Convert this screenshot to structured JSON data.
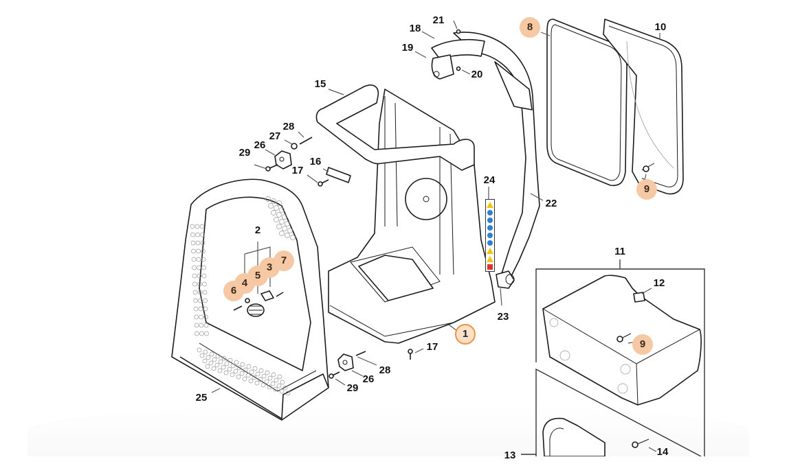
{
  "diagram": {
    "title": "Exploded parts view - backpack frame assembly",
    "accent_colors": {
      "highlight_fill": "#f6c8a4",
      "selected_ring": "#f0913c",
      "selected_fill": "#fde0c8",
      "label_warning": "#f1c40f",
      "label_info": "#2f7fd6"
    },
    "callouts": [
      {
        "id": "1",
        "label": "1",
        "state": "selected"
      },
      {
        "id": "2",
        "label": "2",
        "state": "plain"
      },
      {
        "id": "3",
        "label": "3",
        "state": "highlight"
      },
      {
        "id": "4",
        "label": "4",
        "state": "highlight"
      },
      {
        "id": "5",
        "label": "5",
        "state": "highlight"
      },
      {
        "id": "6",
        "label": "6",
        "state": "highlight"
      },
      {
        "id": "7",
        "label": "7",
        "state": "highlight"
      },
      {
        "id": "8",
        "label": "8",
        "state": "highlight"
      },
      {
        "id": "9a",
        "label": "9",
        "state": "highlight"
      },
      {
        "id": "9b",
        "label": "9",
        "state": "highlight"
      },
      {
        "id": "10",
        "label": "10",
        "state": "plain"
      },
      {
        "id": "11",
        "label": "11",
        "state": "plain"
      },
      {
        "id": "12",
        "label": "12",
        "state": "plain"
      },
      {
        "id": "13",
        "label": "13",
        "state": "plain"
      },
      {
        "id": "14",
        "label": "14",
        "state": "plain"
      },
      {
        "id": "15",
        "label": "15",
        "state": "plain"
      },
      {
        "id": "16",
        "label": "16",
        "state": "plain"
      },
      {
        "id": "17a",
        "label": "17",
        "state": "plain"
      },
      {
        "id": "17b",
        "label": "17",
        "state": "plain"
      },
      {
        "id": "18",
        "label": "18",
        "state": "plain"
      },
      {
        "id": "19",
        "label": "19",
        "state": "plain"
      },
      {
        "id": "20",
        "label": "20",
        "state": "plain"
      },
      {
        "id": "21",
        "label": "21",
        "state": "plain"
      },
      {
        "id": "22",
        "label": "22",
        "state": "plain"
      },
      {
        "id": "23",
        "label": "23",
        "state": "plain"
      },
      {
        "id": "24",
        "label": "24",
        "state": "plain"
      },
      {
        "id": "25",
        "label": "25",
        "state": "plain"
      },
      {
        "id": "26a",
        "label": "26",
        "state": "plain"
      },
      {
        "id": "26b",
        "label": "26",
        "state": "plain"
      },
      {
        "id": "27",
        "label": "27",
        "state": "plain"
      },
      {
        "id": "28a",
        "label": "28",
        "state": "plain"
      },
      {
        "id": "28b",
        "label": "28",
        "state": "plain"
      },
      {
        "id": "29a",
        "label": "29",
        "state": "plain"
      },
      {
        "id": "29b",
        "label": "29",
        "state": "plain"
      }
    ],
    "label_sticker_icons": [
      "warning",
      "info",
      "info",
      "info",
      "info",
      "info",
      "warning",
      "warning",
      "stop"
    ]
  }
}
